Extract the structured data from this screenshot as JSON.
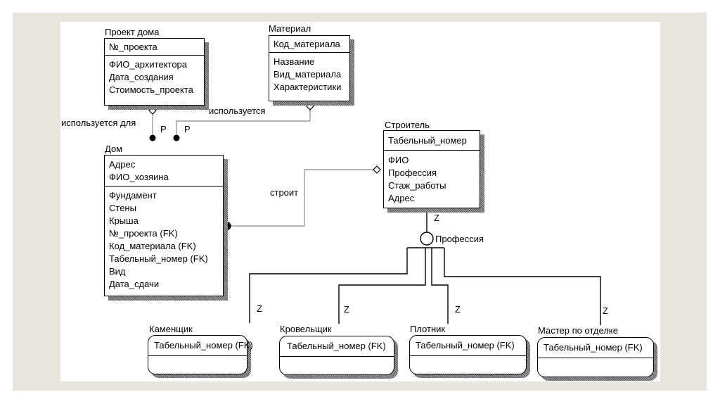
{
  "diagram": {
    "type": "IDEF1X ER diagram",
    "entities": {
      "project": {
        "title": "Проект дома",
        "keys": [
          "№_проекта"
        ],
        "attributes": [
          "ФИО_архитектора",
          "Дата_создания",
          "Стоимость_проекта"
        ]
      },
      "material": {
        "title": "Материал",
        "keys": [
          "Код_материала"
        ],
        "attributes": [
          "Название",
          "Вид_материала",
          "Характеристики"
        ]
      },
      "house": {
        "title": "Дом",
        "keys": [
          "Адрес",
          "ФИО_хозяина"
        ],
        "attributes": [
          "Фундамент",
          "Стены",
          "Крыша",
          "№_проекта (FK)",
          "Код_материала (FK)",
          "Табельный_номер (FK)",
          "Вид",
          "Дата_сдачи"
        ]
      },
      "builder": {
        "title": "Строитель",
        "keys": [
          "Табельный_номер"
        ],
        "attributes": [
          "ФИО",
          "Профессия",
          "Стаж_работы",
          "Адрес"
        ]
      },
      "mason": {
        "title": "Каменщик",
        "keys": [
          "Табельный_номер (FK)"
        ],
        "attributes": []
      },
      "roofer": {
        "title": "Кровельщик",
        "keys": [
          "Табельный_номер (FK)"
        ],
        "attributes": []
      },
      "carpenter": {
        "title": "Плотник",
        "keys": [
          "Табельный_номер (FK)"
        ],
        "attributes": []
      },
      "finisher": {
        "title": "Мастер по отделке",
        "keys": [
          "Табельный_номер (FK)"
        ],
        "attributes": []
      }
    },
    "relationships": {
      "project_house": {
        "verb": "используется для",
        "cardinality": "P"
      },
      "material_house": {
        "verb": "используется",
        "cardinality": "P"
      },
      "builder_house": {
        "verb": "строит"
      },
      "category": {
        "discriminator": "Профессия",
        "builder_cardinality": "Z",
        "subtype_cardinality": [
          "Z",
          "Z",
          "Z",
          "Z"
        ]
      }
    }
  },
  "colors": {
    "panel": "#e8e4de",
    "sheet": "#ffffff",
    "line": "#000000",
    "connector": "#8a8a8a"
  }
}
